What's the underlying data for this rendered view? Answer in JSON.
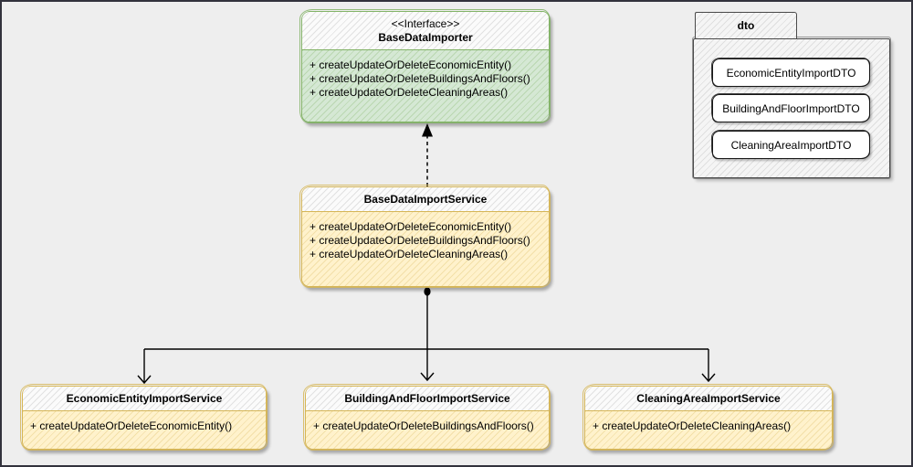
{
  "canvas": {
    "background": "#eeeeee",
    "border_color": "#32323c"
  },
  "colors": {
    "interface_fill": "#d5e8d4",
    "interface_stroke": "#82b366",
    "service_fill": "#fff2cc",
    "service_stroke": "#d6b656",
    "package_fill": "#f5f5f5",
    "package_stroke": "#4a4a4a",
    "edge_color": "#000000"
  },
  "interface": {
    "stereotype": "<<Interface>>",
    "name": "BaseDataImporter",
    "methods": [
      "+ createUpdateOrDeleteEconomicEntity()",
      "+ createUpdateOrDeleteBuildingsAndFloors()",
      "+ createUpdateOrDeleteCleaningAreas()"
    ]
  },
  "service": {
    "name": "BaseDataImportService",
    "methods": [
      "+ createUpdateOrDeleteEconomicEntity()",
      "+ createUpdateOrDeleteBuildingsAndFloors()",
      "+ createUpdateOrDeleteCleaningAreas()"
    ]
  },
  "sub_services": [
    {
      "name": "EconomicEntityImportService",
      "methods": [
        "+ createUpdateOrDeleteEconomicEntity()"
      ]
    },
    {
      "name": "BuildingAndFloorImportService",
      "methods": [
        "+ createUpdateOrDeleteBuildingsAndFloors()"
      ]
    },
    {
      "name": "CleaningAreaImportService",
      "methods": [
        "+ createUpdateOrDeleteCleaningAreas()"
      ]
    }
  ],
  "package": {
    "name": "dto",
    "items": [
      "EconomicEntityImportDTO",
      "BuildingAndFloorImportDTO",
      "CleaningAreaImportDTO"
    ]
  },
  "relationships": [
    {
      "from": "BaseDataImportService",
      "to": "BaseDataImporter",
      "type": "realization (dashed, filled arrowhead)"
    },
    {
      "from": "BaseDataImportService",
      "to": "EconomicEntityImportService",
      "type": "directed edge (dot origin, open arrowhead)"
    },
    {
      "from": "BaseDataImportService",
      "to": "BuildingAndFloorImportService",
      "type": "directed edge (dot origin, open arrowhead)"
    },
    {
      "from": "BaseDataImportService",
      "to": "CleaningAreaImportService",
      "type": "directed edge (dot origin, open arrowhead)"
    }
  ]
}
